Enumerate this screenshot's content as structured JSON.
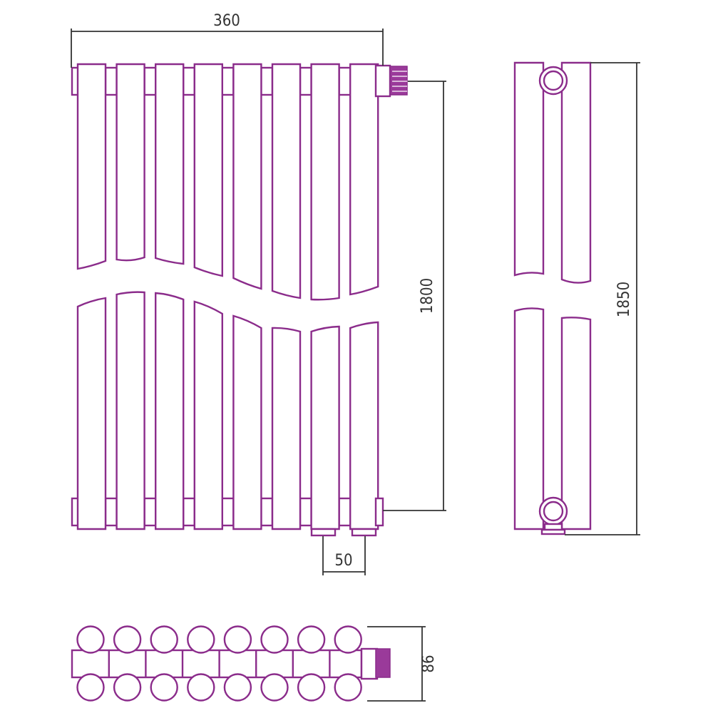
{
  "dimensions": {
    "width_label": "360",
    "height_inner_label": "1800",
    "connection_label": "50",
    "height_total_label": "1850",
    "depth_label": "86"
  },
  "sections": 8,
  "colors": {
    "outline": "#8b2c8b",
    "dimension": "#333333"
  }
}
